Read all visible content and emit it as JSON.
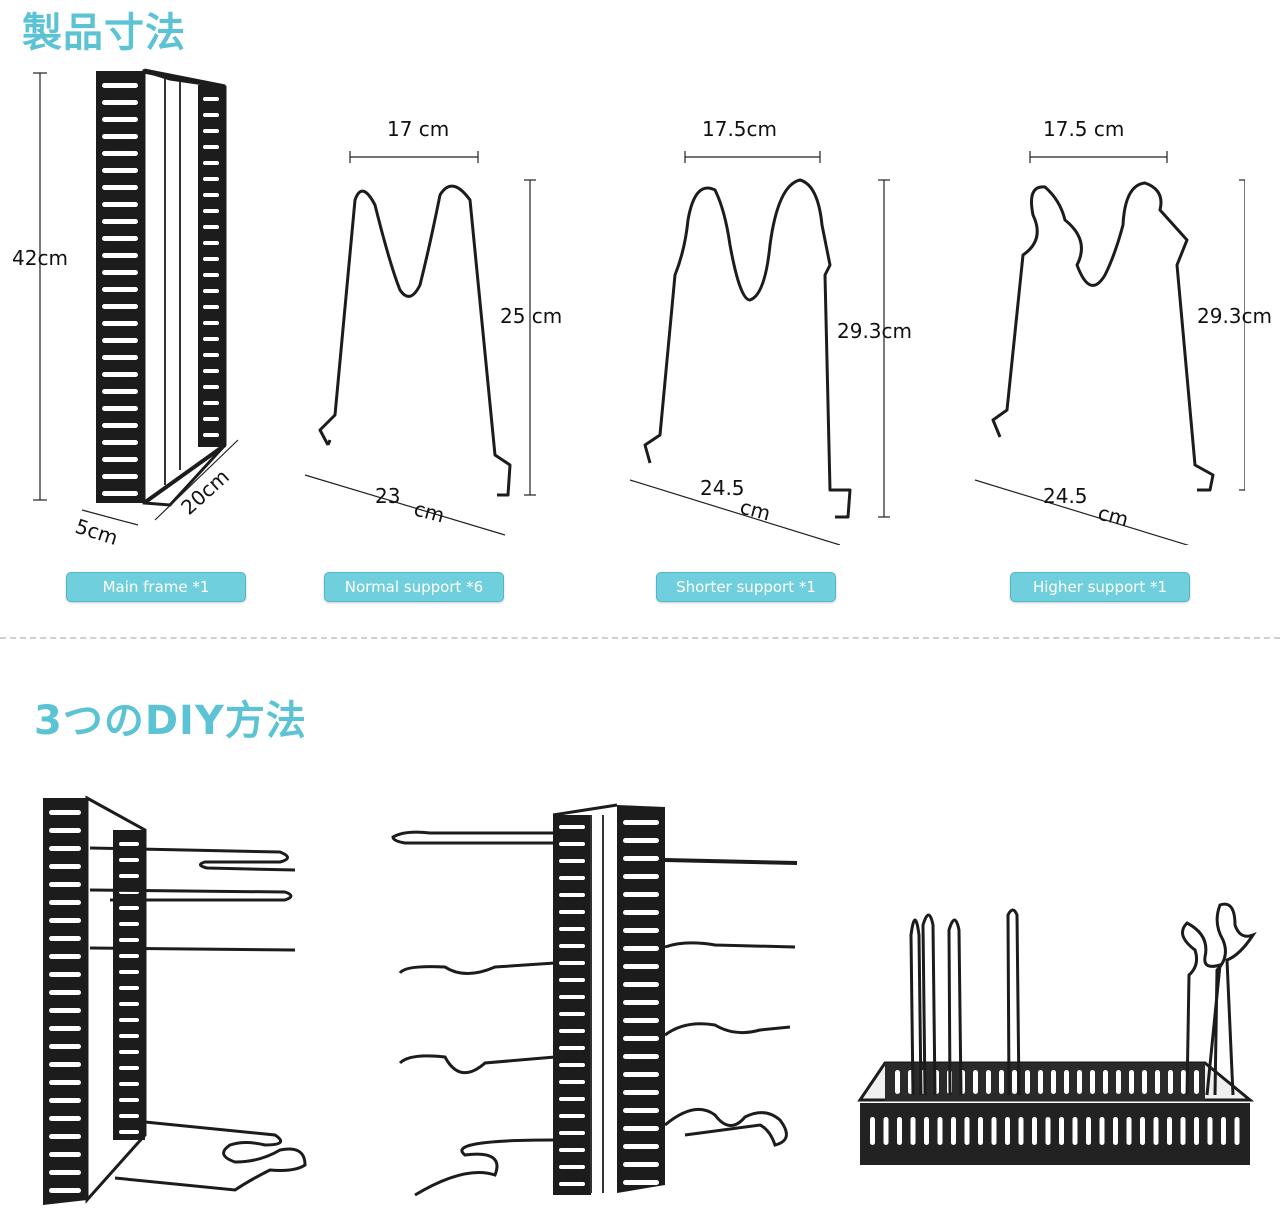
{
  "section1": {
    "heading": "製品寸法"
  },
  "section2": {
    "heading": "3つのDIY方法"
  },
  "dims": {
    "frame_height": "42cm",
    "frame_depth": "5cm",
    "frame_width": "20cm",
    "normal_width": "17 cm",
    "normal_height": "25 cm",
    "normal_base_num": "23",
    "normal_base_unit": "cm",
    "shorter_width": "17.5cm",
    "shorter_height": "29.3cm",
    "shorter_base_num": "24.5",
    "shorter_base_unit": "cm",
    "higher_width": "17.5 cm",
    "higher_height": "29.3cm",
    "higher_base_num": "24.5",
    "higher_base_unit": "cm"
  },
  "badges": {
    "main_frame": "Main frame *1",
    "normal_support": "Normal support *6",
    "shorter_support": "Shorter support *1",
    "higher_support": "Higher support *1"
  },
  "colors": {
    "accent": "#5cc3d4",
    "badge": "#6fcfdc",
    "metal": "#1a1a1a"
  },
  "icons": [
    "main-frame-illustration",
    "normal-support-illustration",
    "shorter-support-illustration",
    "higher-support-illustration",
    "vertical-assembly-illustration",
    "tower-assembly-illustration",
    "horizontal-assembly-illustration"
  ]
}
